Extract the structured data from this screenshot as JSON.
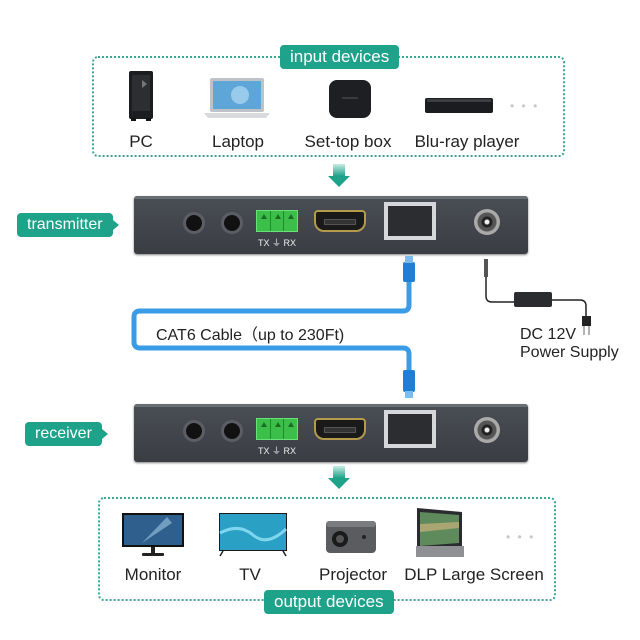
{
  "input_group": {
    "title": "input devices",
    "devices": [
      {
        "label": "PC",
        "icon": "desktop-tower-icon"
      },
      {
        "label": "Laptop",
        "icon": "laptop-icon"
      },
      {
        "label": "Set-top box",
        "icon": "set-top-box-icon"
      },
      {
        "label": "Blu-ray player",
        "icon": "blu-ray-player-icon"
      }
    ],
    "more": "• • •"
  },
  "transmitter": {
    "label": "transmitter",
    "terminal_label": "TX ⏚ RX"
  },
  "cable": {
    "label": "CAT6 Cable（up to 230Ft)",
    "color": "#3a9be6"
  },
  "power_supply": {
    "line1": "DC 12V",
    "line2": "Power Supply"
  },
  "receiver": {
    "label": "receiver",
    "terminal_label": "TX ⏚ RX"
  },
  "output_group": {
    "title": "output devices",
    "devices": [
      {
        "label": "Monitor",
        "icon": "monitor-icon"
      },
      {
        "label": "TV",
        "icon": "tv-icon"
      },
      {
        "label": "Projector",
        "icon": "projector-icon"
      },
      {
        "label": "DLP Large Screen",
        "icon": "dlp-screen-icon"
      }
    ],
    "more": "• • •"
  },
  "colors": {
    "accent": "#1ea28a",
    "device_body": "#3f4248",
    "terminal_green": "#3cbf48",
    "cable_blue": "#3a9be6"
  }
}
